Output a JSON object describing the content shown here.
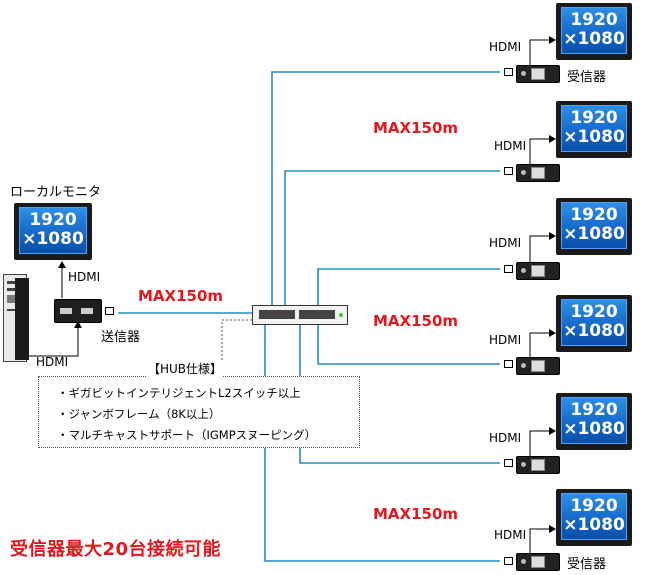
{
  "local_monitor_label": "ローカルモニタ",
  "resolution_line1": "1920",
  "resolution_line2": "×1080",
  "hdmi": "HDMI",
  "sender": "送信器",
  "receiver": "受信器",
  "max_distance": "MAX150m",
  "hub": {
    "title": "【HUB仕様】",
    "specs": [
      "・ギガビットインテリジェントL2スイッチ以上",
      "・ジャンボフレーム（8K以上）",
      "・マルチキャストサポート（IGMPスヌーピング）"
    ]
  },
  "footer_claim": "受信器最大20台接続可能",
  "colors": {
    "cable": "#1f8fc4",
    "accent_red": "#e0191e",
    "screen_blue": "#1466c8"
  }
}
